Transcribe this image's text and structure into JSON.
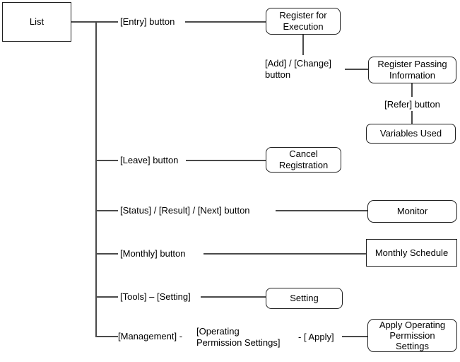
{
  "nodes": {
    "list": {
      "label": "List",
      "shape": "rectangle"
    },
    "register_execution": {
      "label": "Register for Execution",
      "shape": "rounded"
    },
    "register_passing": {
      "label": "Register Passing Information",
      "shape": "rounded"
    },
    "variables_used": {
      "label": "Variables Used",
      "shape": "rounded"
    },
    "cancel_registration": {
      "label": "Cancel Registration",
      "shape": "rounded"
    },
    "monitor": {
      "label": "Monitor",
      "shape": "rounded"
    },
    "monthly_schedule": {
      "label": "Monthly Schedule",
      "shape": "rectangle"
    },
    "setting": {
      "label": "Setting",
      "shape": "rounded"
    },
    "apply_operating": {
      "label": "Apply Operating Permission Settings",
      "shape": "rounded"
    }
  },
  "labels": {
    "entry": "[Entry] button",
    "add_change": "[Add] / [Change] button",
    "refer": "[Refer] button",
    "leave": "[Leave] button",
    "status": "[Status] / [Result] / [Next] button",
    "monthly": "[Monthly] button",
    "tools": "[Tools] – [Setting]",
    "management": "[Management] -",
    "operating_permission": "[Operating Permission Settings]",
    "apply": "- [ Apply]"
  },
  "edges": [
    {
      "from": "List",
      "label": "[Entry] button",
      "to": "Register for Execution"
    },
    {
      "from": "Register for Execution",
      "label": "[Add] / [Change] button",
      "to": "Register Passing Information"
    },
    {
      "from": "Register Passing Information",
      "label": "[Refer] button",
      "to": "Variables Used"
    },
    {
      "from": "List",
      "label": "[Leave] button",
      "to": "Cancel Registration"
    },
    {
      "from": "List",
      "label": "[Status] / [Result] / [Next] button",
      "to": "Monitor"
    },
    {
      "from": "List",
      "label": "[Monthly] button",
      "to": "Monthly Schedule"
    },
    {
      "from": "List",
      "label": "[Tools] – [Setting]",
      "to": "Setting"
    },
    {
      "from": "List",
      "label": "[Management] - [Operating Permission Settings] - [ Apply]",
      "to": "Apply Operating Permission Settings"
    }
  ]
}
